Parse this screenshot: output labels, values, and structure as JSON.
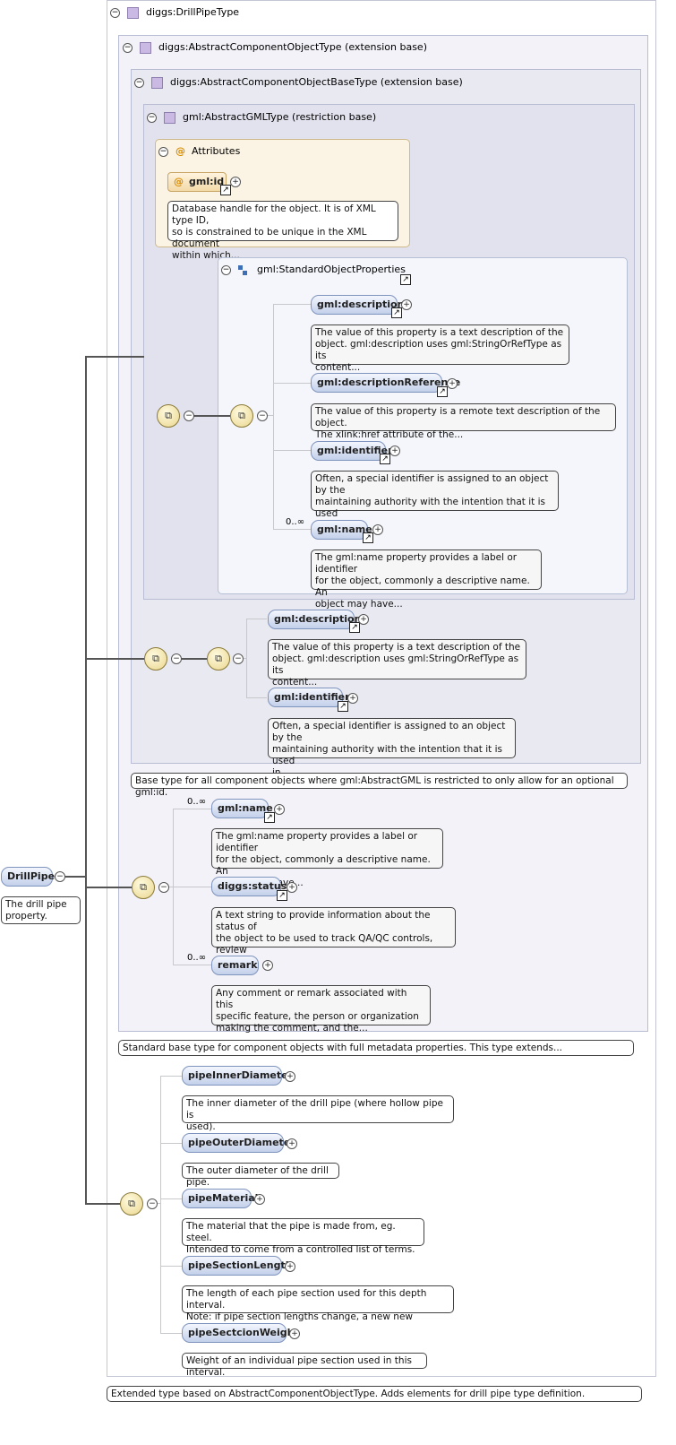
{
  "root": {
    "name": "DrillPipe",
    "doc": "The drill pipe\nproperty."
  },
  "types": {
    "drill_pipe_type": "diggs:DrillPipeType",
    "abstract_component": "diggs:AbstractComponentObjectType (extension base)",
    "abstract_component_base": "diggs:AbstractComponentObjectBaseType (extension base)",
    "abstract_gml": "gml:AbstractGMLType (restriction base)",
    "attributes": "Attributes",
    "standard_props": "gml:StandardObjectProperties"
  },
  "attribute": {
    "name": "gml:id",
    "doc": "Database handle for the object. It is of XML type ID,\nso is constrained to be unique in the XML document\nwithin which..."
  },
  "std_elements": [
    {
      "name": "gml:description",
      "doc": "The value of this property is a text description of the\nobject. gml:description uses gml:StringOrRefType as its\ncontent..."
    },
    {
      "name": "gml:descriptionReference",
      "doc": "The value of this property is a remote text description of the object.\nThe xlink:href attribute of the..."
    },
    {
      "name": "gml:identifier",
      "doc": "Often, a special identifier is assigned to an object by the\nmaintaining authority with the intention that it is used\nin..."
    },
    {
      "name": "gml:name",
      "multiplicity": "0..∞",
      "doc": "The gml:name property provides a label or identifier\nfor the object, commonly a descriptive name. An\nobject may have..."
    }
  ],
  "base_elements": [
    {
      "name": "gml:description",
      "doc": "The value of this property is a text description of the\nobject. gml:description uses gml:StringOrRefType as its\ncontent..."
    },
    {
      "name": "gml:identifier",
      "doc": "Often, a special identifier is assigned to an object by the\nmaintaining authority with the intention that it is used\nin..."
    }
  ],
  "base_doc": "Base type for all component objects where gml:AbstractGML is restricted to only allow for an optional gml:id.",
  "component_elements": [
    {
      "name": "gml:name",
      "multiplicity": "0..∞",
      "doc": "The gml:name property provides a label or identifier\nfor the object, commonly a descriptive name. An\nobject may have..."
    },
    {
      "name": "diggs:status",
      "doc": "A text string to provide information about the status of\nthe object to be used to track QA/QC controls, review\nor..."
    },
    {
      "name": "remark",
      "multiplicity": "0..∞",
      "doc": "Any comment or remark associated with this\nspecific feature, the person or organization\nmaking the comment, and the..."
    }
  ],
  "component_doc": "Standard base type for component objects with full metadata properties. This type extends...",
  "pipe_elements": [
    {
      "name": "pipeInnerDiameter",
      "doc": "The inner diameter of the drill pipe (where hollow pipe is\nused)."
    },
    {
      "name": "pipeOuterDiameter",
      "doc": "The outer diameter of the drill pipe."
    },
    {
      "name": "pipeMaterial",
      "doc": "The material that the pipe is made from, eg. steel.\nIntended to come from a controlled list of terms."
    },
    {
      "name": "pipeSectionLength",
      "doc": "The length of each pipe section used for this depth interval.\nNote: if pipe section lengths change, a new new DrillPipe..."
    },
    {
      "name": "pipeSectcionWeight",
      "doc": "Weight of an individual pipe section used in this interval."
    }
  ],
  "type_doc": "Extended type based on AbstractComponentObjectType. Adds elements for drill pipe type definition.",
  "symbols": {
    "sequence": "sequence-compositor-icon",
    "collapse": "⊖",
    "expand": "+",
    "link": "↗",
    "attribute_marker": "@"
  }
}
